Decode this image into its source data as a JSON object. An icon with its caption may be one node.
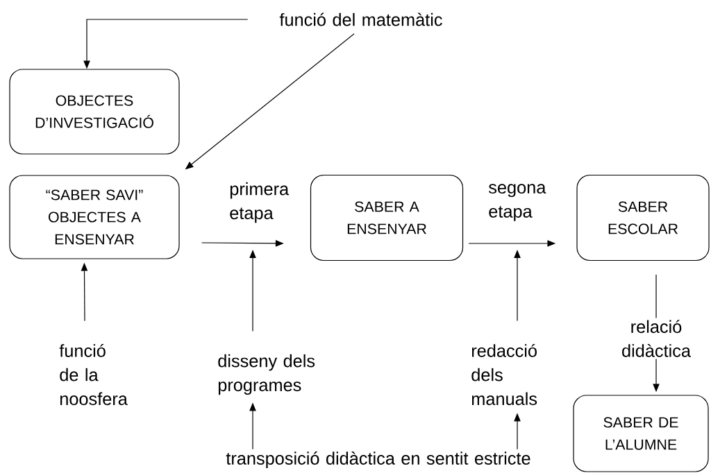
{
  "diagram": {
    "nodes": [
      {
        "text": [
          "OBJECTES D’INVESTIGACIÓ"
        ]
      },
      {
        "text": [
          "“SABER SAVI” OBJECTES A ENSENYAR"
        ]
      },
      {
        "text": [
          "SABER A ENSENYAR"
        ]
      },
      {
        "text": [
          "SABER ESCOLAR"
        ]
      },
      {
        "text": [
          "SABER DE L’ALUMNE"
        ]
      },
      {
        "text": [
          "funció del matemàtic"
        ]
      },
      {
        "text": [
          "funció de la noosfera"
        ]
      },
      {
        "text": [
          "disseny dels programes"
        ]
      },
      {
        "text": [
          "redacció dels manuals"
        ]
      },
      {
        "text": [
          "transposició didàctica en sentit estricte"
        ]
      }
    ],
    "edges": [
      {
        "from": 5,
        "to": 0,
        "arrow": "to"
      },
      {
        "from": 5,
        "to": 1,
        "arrow": "to"
      },
      {
        "from": 1,
        "to": 2,
        "arrow": "to",
        "label": "primera etapa"
      },
      {
        "from": 2,
        "to": 3,
        "arrow": "to",
        "label": "segona etapa"
      },
      {
        "from": 3,
        "to": 4,
        "arrow": "to",
        "label": "relació didàctica"
      },
      {
        "from": 6,
        "to": 1,
        "arrow": "to"
      },
      {
        "from": 7,
        "to": null,
        "arrow": "to"
      },
      {
        "from": 8,
        "to": null,
        "arrow": "to"
      },
      {
        "from": 9,
        "to": 7,
        "arrow": "to"
      },
      {
        "from": 9,
        "to": 8,
        "arrow": "to"
      }
    ]
  }
}
